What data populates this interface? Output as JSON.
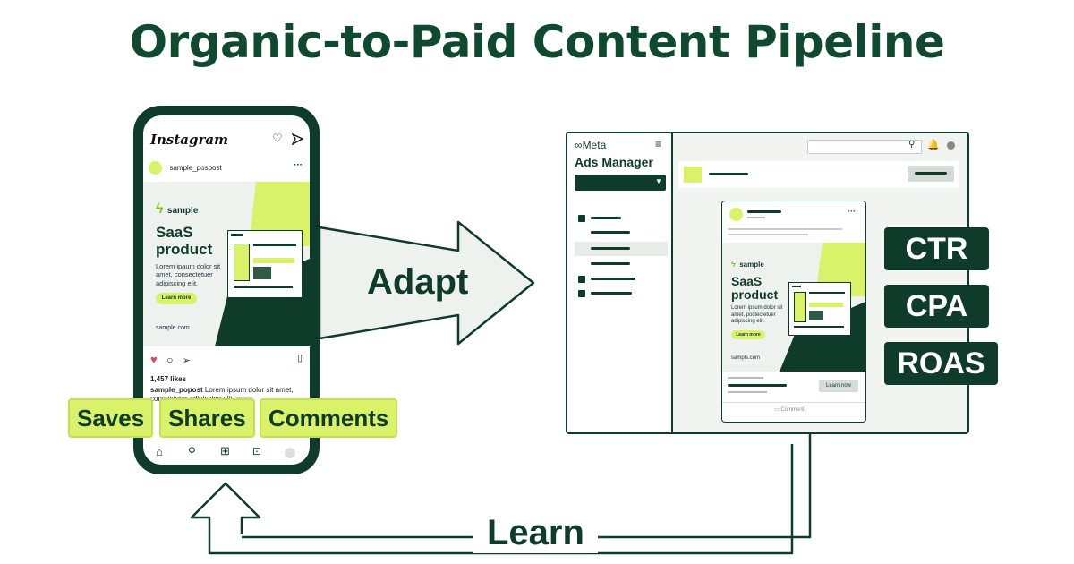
{
  "title": "Organic-to-Paid Content Pipeline",
  "flow": {
    "adapt_label": "Adapt",
    "learn_label": "Learn"
  },
  "instagram": {
    "logo": "Instagram",
    "username": "sample_pospost",
    "post": {
      "brand": "sample",
      "headline_1": "SaaS",
      "headline_2": "product",
      "body_1": "Lorem ipaum dolor sit",
      "body_2": "amet, consectetuer",
      "body_3": "adipiscing elit.",
      "cta": "Learn more",
      "url": "sample.com"
    },
    "likes": "1,457 likes",
    "caption_user": "sample_popost",
    "caption_1": "Lorem ipsum dolor sit amet,",
    "caption_2": "consectetur adipiscing elit.",
    "more": "more"
  },
  "metrics": [
    "Saves",
    "Shares",
    "Comments"
  ],
  "ads_manager": {
    "brand": "Meta",
    "title": "Ads Manager",
    "ad": {
      "brand": "sample",
      "headline_1": "SaaS",
      "headline_2": "product",
      "body_1": "Lorem ipsum dolor sit",
      "body_2": "amet, poctectetuer",
      "body_3": "adipiscing elit.",
      "cta": "Learn more",
      "url": "sampls.com",
      "button": "Learn now",
      "comment": "Comment"
    }
  },
  "kpis": [
    "CTR",
    "CPA",
    "ROAS"
  ],
  "colors": {
    "dark_green": "#0f3b2a",
    "lime": "#d9f26a",
    "light_bg": "#eef2ee"
  }
}
